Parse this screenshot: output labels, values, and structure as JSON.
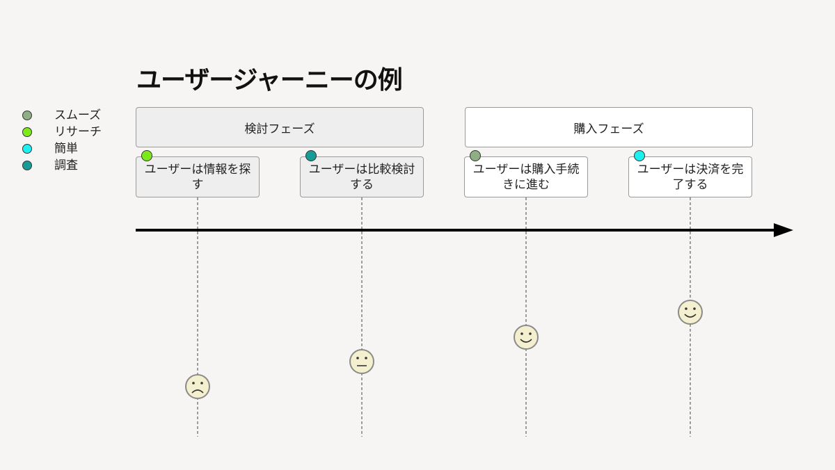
{
  "title": "ユーザージャーニーの例",
  "legend": [
    {
      "label": "スムーズ",
      "color": "#8fae84",
      "icon": "dot-smooth"
    },
    {
      "label": "リサーチ",
      "color": "#7cea1a",
      "icon": "dot-research"
    },
    {
      "label": "簡単",
      "color": "#1cf0f0",
      "icon": "dot-easy"
    },
    {
      "label": "調査",
      "color": "#1a9c96",
      "icon": "dot-investigate"
    }
  ],
  "phases": [
    {
      "label": "検討フェーズ"
    },
    {
      "label": "購入フェーズ"
    }
  ],
  "steps": [
    {
      "line1": "ユーザーは情報を探",
      "line2": "す",
      "dot_color": "#7cea1a",
      "emotion": "sad"
    },
    {
      "line1": "ユーザーは比較検討",
      "line2": "する",
      "dot_color": "#1a9c96",
      "emotion": "neutral"
    },
    {
      "line1": "ユーザーは購入手続",
      "line2": "きに進む",
      "dot_color": "#8fae84",
      "emotion": "happy"
    },
    {
      "line1": "ユーザーは決済を完",
      "line2": "了する",
      "dot_color": "#1cf0f0",
      "emotion": "happy"
    }
  ],
  "colors": {
    "face_fill": "#f4efcf",
    "face_stroke": "#8a8a8a",
    "arrow": "#000000"
  }
}
